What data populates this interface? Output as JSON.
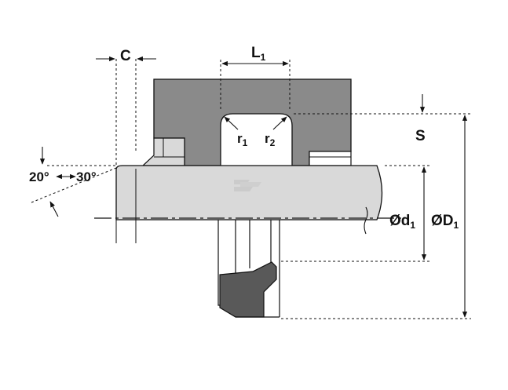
{
  "labels": {
    "c": "C",
    "l1": "L",
    "l1_sub": "1",
    "r1": "r",
    "r1_sub": "1",
    "r2": "r",
    "r2_sub": "2",
    "s": "S",
    "angle_a": "20°",
    "angle_b": "30°",
    "d1": "Ød",
    "d1_sub": "1",
    "D1": "ØD",
    "D1_sub": "1"
  },
  "colors": {
    "housing": "#8a8a8a",
    "rod": "#d9d9d9",
    "seal": "#595959",
    "line": "#111111",
    "hidden": "#aaaaaa"
  }
}
